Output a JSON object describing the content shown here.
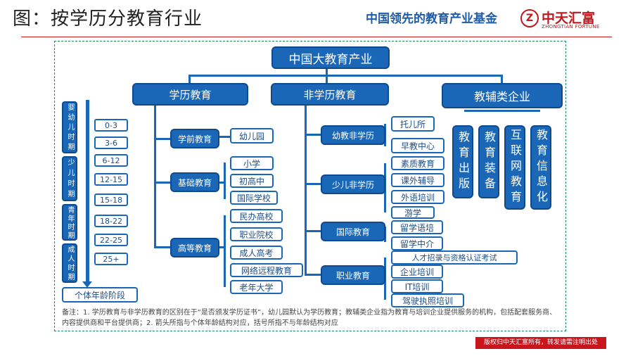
{
  "header": {
    "title": "图：按学历分教育行业",
    "slogan": "中国领先的教育产业基金",
    "brand_cn": "中天汇富",
    "brand_en": "ZHONGTIAN FORTUNE"
  },
  "root": "中国大教育产业",
  "categories": {
    "academic": "学历教育",
    "nonacademic": "非学历教育",
    "support": "教辅类企业"
  },
  "academic": {
    "preschool": {
      "label": "学前教育",
      "items": [
        "幼儿园"
      ]
    },
    "basic": {
      "label": "基础教育",
      "items": [
        "小学",
        "初高中",
        "国际学校"
      ]
    },
    "higher": {
      "label": "高等教育",
      "items": [
        "民办高校",
        "职业院校",
        "成人高考",
        "网络远程教育",
        "老年大学"
      ]
    }
  },
  "nonacademic": {
    "preschool": {
      "label": "幼教非学历",
      "items": [
        "托儿所",
        "早教中心"
      ]
    },
    "youth": {
      "label": "少儿非学历",
      "items": [
        "素质教育",
        "课外辅导",
        "外语培训",
        "游学"
      ]
    },
    "international": {
      "label": "国际教育",
      "items": [
        "留学语培",
        "留学中介"
      ]
    },
    "vocational": {
      "label": "职业教育",
      "items": [
        "人才招录与资格认证考试",
        "企业培训",
        "IT培训",
        "驾驶执照培训"
      ]
    }
  },
  "support_items": [
    "教育出版",
    "教育装备",
    "互联网教育",
    "教育信息化"
  ],
  "age_stages": [
    "婴幼儿时期",
    "少儿时期",
    "青年时期",
    "成人时期"
  ],
  "age_ranges": [
    "0-3",
    "3-6",
    "6-12",
    "12-15",
    "15-18",
    "18-22",
    "22-25",
    "25+"
  ],
  "age_axis_label": "个体年龄阶段",
  "note": "备注：1. 学历教育与非学历教育的区别在于“是否颁发学历证书”，幼儿园默认为学历教育；教辅类企业指为教育与培训企业提供服务的机构，包括配套服务商、内容提供商和平台提供商；2. 箭头所指与个体年龄结构对应，括号所指不与年龄结构对应",
  "copyright": "版权归中天汇富所有，转发请需注明出处"
}
